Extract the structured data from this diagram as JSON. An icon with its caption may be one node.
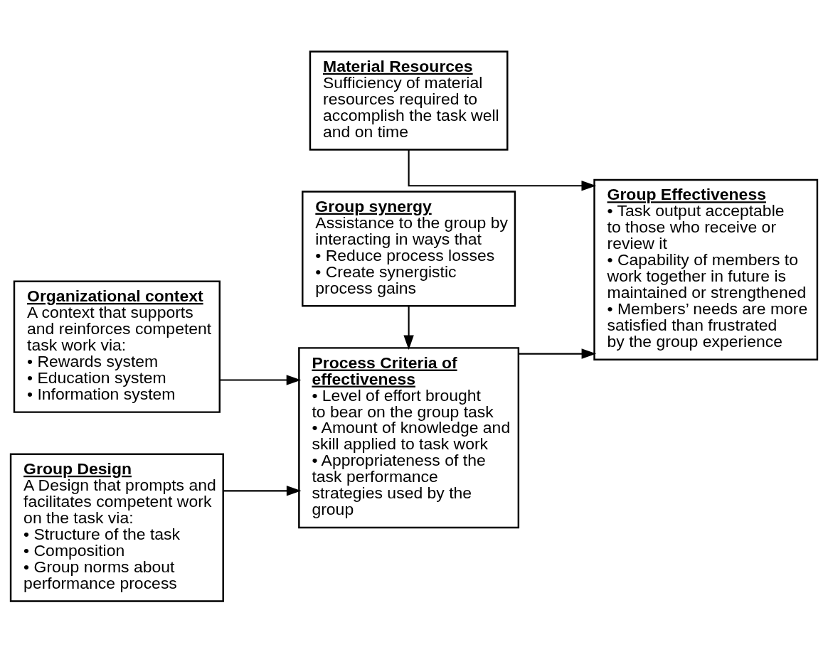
{
  "diagram": {
    "nodes": [
      {
        "text": [
          "Material Resources",
          "Sufficiency of material resources required to accomplish the task well and on time"
        ]
      },
      {
        "text": [
          "Organizational context",
          "A context that supports and reinforces competent task work via:",
          "• Rewards system",
          "• Education system",
          "• Information system"
        ]
      },
      {
        "text": [
          "Process Criteria of effectiveness",
          "• Level of effort brought to bear on the group task",
          "• Amount of knowledge and skill applied to task work",
          "• Appropriateness of the task performance strategies used by the group"
        ]
      },
      {
        "text": [
          "Group Design",
          "A Design that prompts and facilitates competent work on the task via:",
          "• Structure of the task",
          "• Composition",
          "• Group norms about performance process"
        ]
      },
      {
        "text": [
          "Group synergy",
          "Assistance to the group by interacting in ways that",
          "• Reduce process losses",
          "• Create synergistic process gains"
        ]
      },
      {
        "text": [
          "Group Effectiveness",
          "• Task output acceptable to those who receive or review it",
          "• Capability of members to work together in future is maintained or strengthened",
          "• Members’ needs are more satisfied than frustrated by the group experience"
        ]
      }
    ],
    "edges": [
      {
        "from": 1,
        "to": 2,
        "arrow": "to"
      },
      {
        "from": 3,
        "to": 2,
        "arrow": "to"
      },
      {
        "from": 4,
        "to": 2,
        "arrow": "to"
      },
      {
        "from": 2,
        "to": 5,
        "arrow": "to"
      },
      {
        "from": 0,
        "to": 5,
        "arrow": "to"
      }
    ]
  }
}
